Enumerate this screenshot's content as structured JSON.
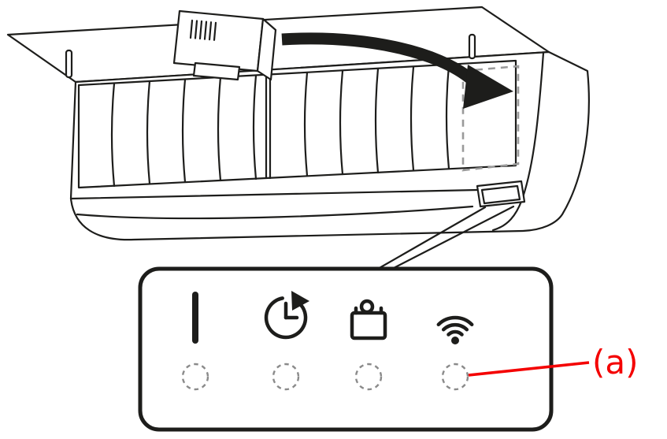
{
  "figure": {
    "annotation": {
      "callout_label": "(a)",
      "accent_color": "#f40000"
    },
    "indicator_panel": {
      "lamp_count": 4,
      "lamps": [
        "power",
        "timer",
        "dust-box",
        "wireless"
      ],
      "icons": [
        {
          "name": "power-indicator-icon",
          "glyph": "vertical-bar"
        },
        {
          "name": "timer-indicator-icon",
          "glyph": "clock-with-arrow"
        },
        {
          "name": "dust-box-indicator-icon",
          "glyph": "box-with-ring"
        },
        {
          "name": "wireless-indicator-icon",
          "glyph": "wifi-waves-dot"
        }
      ]
    },
    "colors": {
      "line": "#1d1d1b",
      "dashed_guide": "#9a9a9a",
      "background": "#ffffff"
    }
  }
}
